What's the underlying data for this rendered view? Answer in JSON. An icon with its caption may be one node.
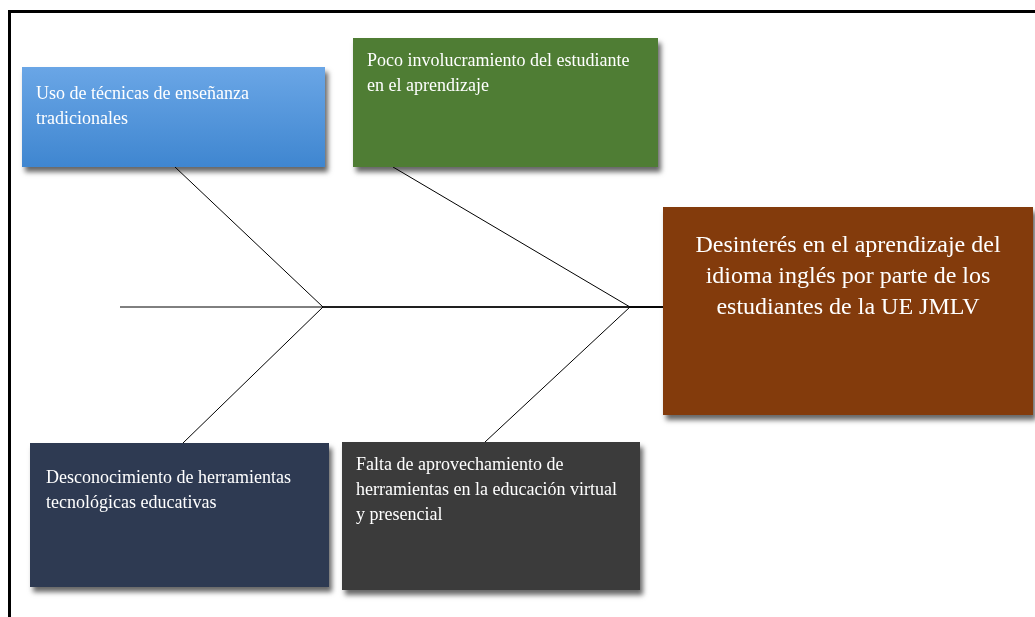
{
  "diagram": {
    "nodes": [
      {
        "text": [
          "Uso de técnicas de enseñanza tradicionales"
        ]
      },
      {
        "text": [
          "Poco involucramiento del estudiante en el aprendizaje"
        ]
      },
      {
        "text": [
          "Desinterés en el aprendizaje del idioma inglés por parte de los estudiantes de la UE JMLV"
        ]
      },
      {
        "text": [
          "Desconocimiento de herramientas tecnológicas educativas"
        ]
      },
      {
        "text": [
          "Falta de aprovechamiento de herramientas en la educación virtual y presencial"
        ]
      }
    ],
    "edges": [
      {
        "from": null,
        "to": 2,
        "arrow": "none"
      },
      {
        "from": 0,
        "to": 2,
        "arrow": "none"
      },
      {
        "from": 1,
        "to": 2,
        "arrow": "none"
      },
      {
        "from": 3,
        "to": 2,
        "arrow": "none"
      },
      {
        "from": 4,
        "to": 2,
        "arrow": "none"
      }
    ]
  }
}
